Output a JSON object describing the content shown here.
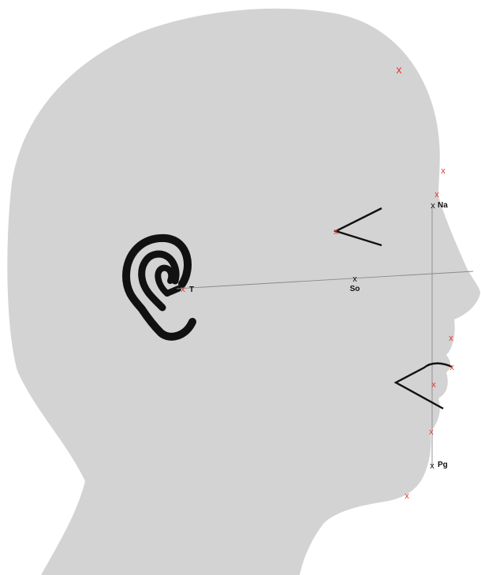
{
  "colors": {
    "head_fill": "#d3d3d3",
    "background": "#ffffff",
    "red_marker": "#e8342a",
    "black_marker": "#111111",
    "reference_line": "#8a8a8a"
  },
  "marker_glyph": "x",
  "landmarks": {
    "na": {
      "label": "Na"
    },
    "so": {
      "label": "So"
    },
    "t": {
      "label": "T"
    },
    "pg": {
      "label": "Pg"
    }
  },
  "icons": [
    "head-silhouette",
    "ear-icon",
    "eye-chevron",
    "mouth-chevron"
  ]
}
